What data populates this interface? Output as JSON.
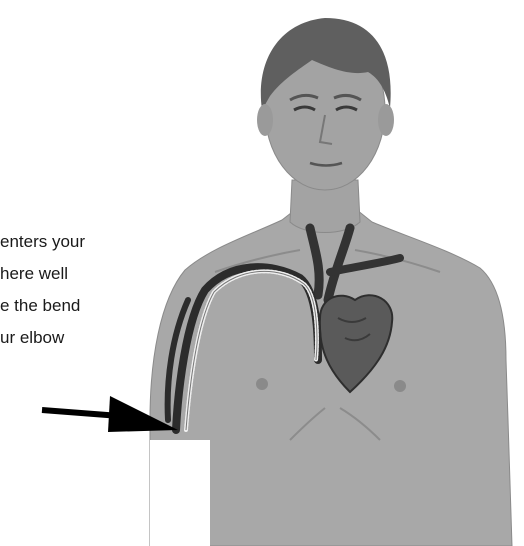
{
  "caption": {
    "lines": [
      "enters your",
      "here well",
      "e the bend",
      "ur elbow"
    ]
  },
  "colors": {
    "skin": "#a3a3a3",
    "skin_dark": "#7d7d7d",
    "hair": "#5f5f5f",
    "vessel": "#3a3a3a",
    "heart": "#5a5a5a",
    "catheter": "#d8d8d8",
    "arrow": "#000000"
  },
  "icons": {
    "arrow": "arrow-right-icon",
    "heart": "heart-icon"
  }
}
